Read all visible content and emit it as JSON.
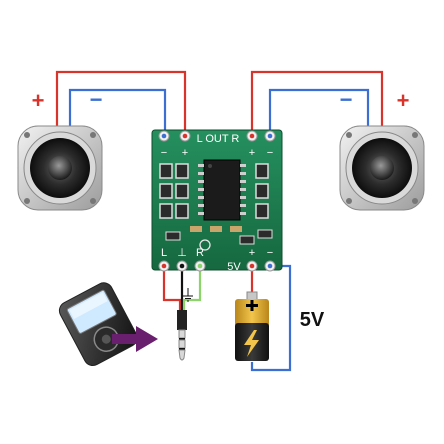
{
  "board": {
    "out_label": "L OUT R",
    "pin_plus": "+",
    "pin_minus": "−",
    "input_left": "L",
    "input_ground": "⊥",
    "input_right": "R",
    "power_label": "5V",
    "power_plus": "+",
    "power_minus": "−"
  },
  "left_speaker": {
    "plus_label": "+",
    "minus_label": "−"
  },
  "right_speaker": {
    "plus_label": "+",
    "minus_label": "−"
  },
  "battery": {
    "voltage_label": "5V"
  },
  "wire_colors": {
    "positive": "#d9342b",
    "negative": "#3b6fd1",
    "ground": "#111111",
    "right_channel": "#8ad46a",
    "board": "#1c7a52"
  }
}
